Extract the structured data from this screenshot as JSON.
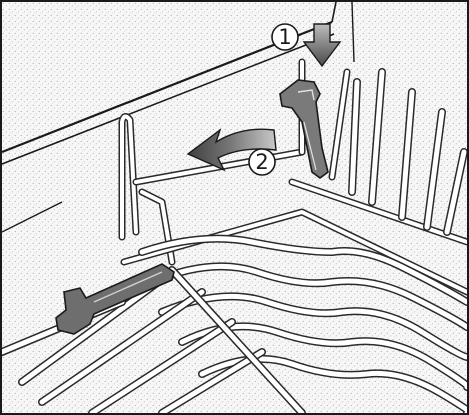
{
  "callouts": [
    {
      "number": "1",
      "meaning": "press-down"
    },
    {
      "number": "2",
      "meaning": "fold-back"
    }
  ],
  "colors": {
    "background_stipple": "#9a9a9a",
    "outline": "#1a1a1a",
    "arrow_fill": "#5a5a5a"
  },
  "icons": [
    "arrow-down-icon",
    "curved-arrow-left-icon",
    "latch-clip-icon"
  ]
}
